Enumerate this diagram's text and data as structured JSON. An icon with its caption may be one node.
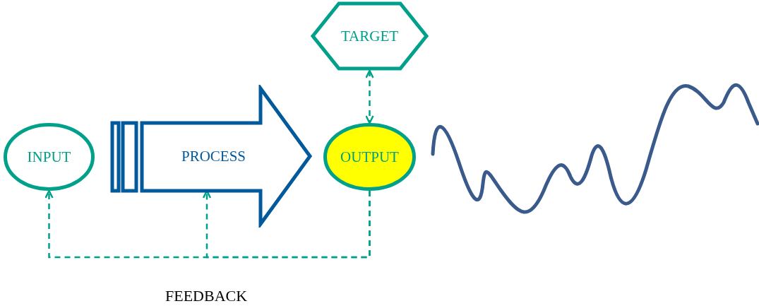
{
  "diagram": {
    "nodes": [
      {
        "text": [
          "INPUT"
        ]
      },
      {
        "text": [
          "PROCESS"
        ]
      },
      {
        "text": [
          "OUTPUT"
        ]
      },
      {
        "text": [
          "TARGET"
        ]
      }
    ],
    "edges": [
      {
        "from": 2,
        "to": 0,
        "arrow": "to",
        "style": "dashed"
      },
      {
        "from": 2,
        "to": 1,
        "arrow": "to",
        "style": "dashed"
      },
      {
        "from": 3,
        "to": 2,
        "arrow": "both",
        "style": "dashed"
      }
    ],
    "labels": [
      "FEEDBACK"
    ]
  }
}
